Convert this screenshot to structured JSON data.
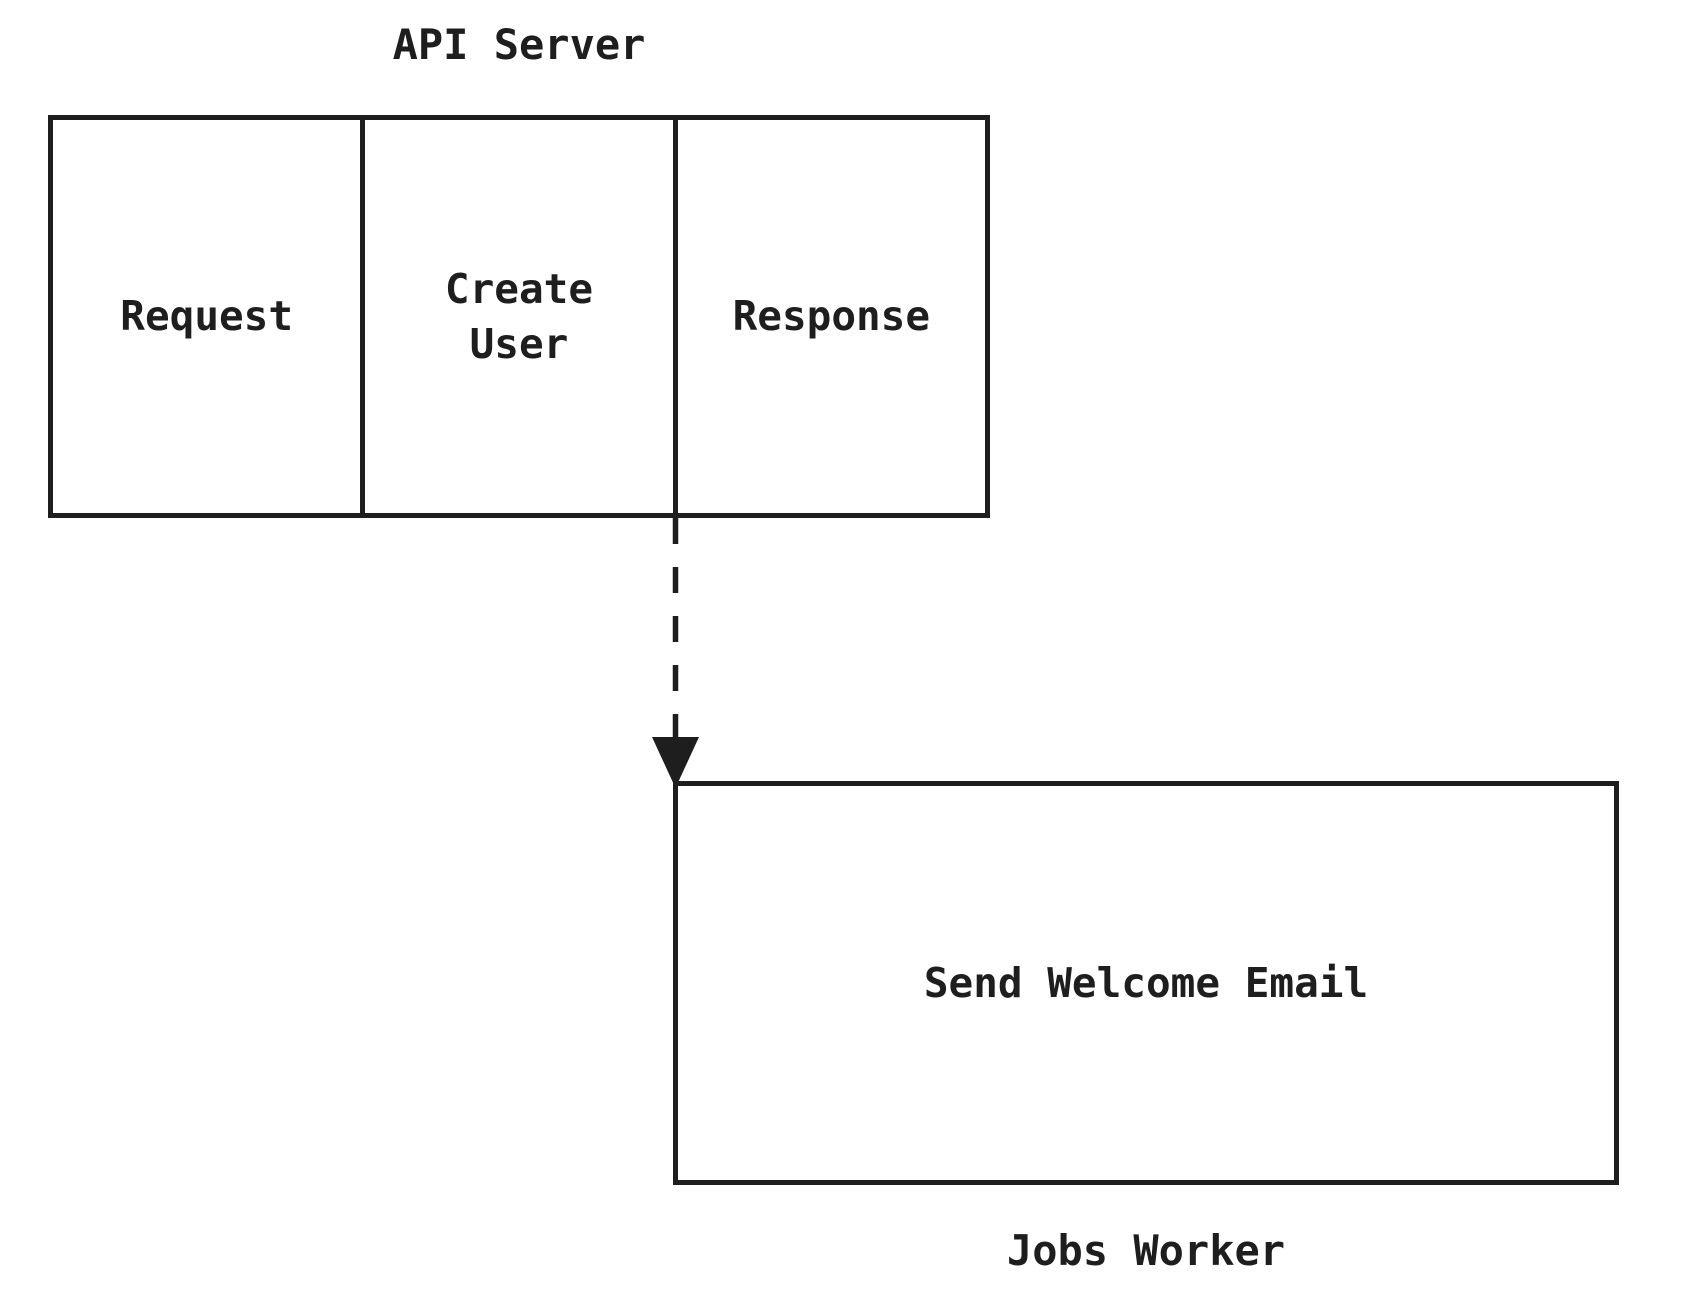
{
  "colors": {
    "background": "#ffffff",
    "stroke": "#1e1e1e"
  },
  "api_server": {
    "title": "API Server",
    "steps": [
      {
        "label": "Request"
      },
      {
        "label": "Create User"
      },
      {
        "label": "Response"
      }
    ]
  },
  "connector": {
    "style": "dashed",
    "direction": "down",
    "arrowhead": "filled-triangle"
  },
  "jobs_worker": {
    "title": "Jobs Worker",
    "steps": [
      {
        "label": "Send Welcome Email"
      }
    ]
  }
}
